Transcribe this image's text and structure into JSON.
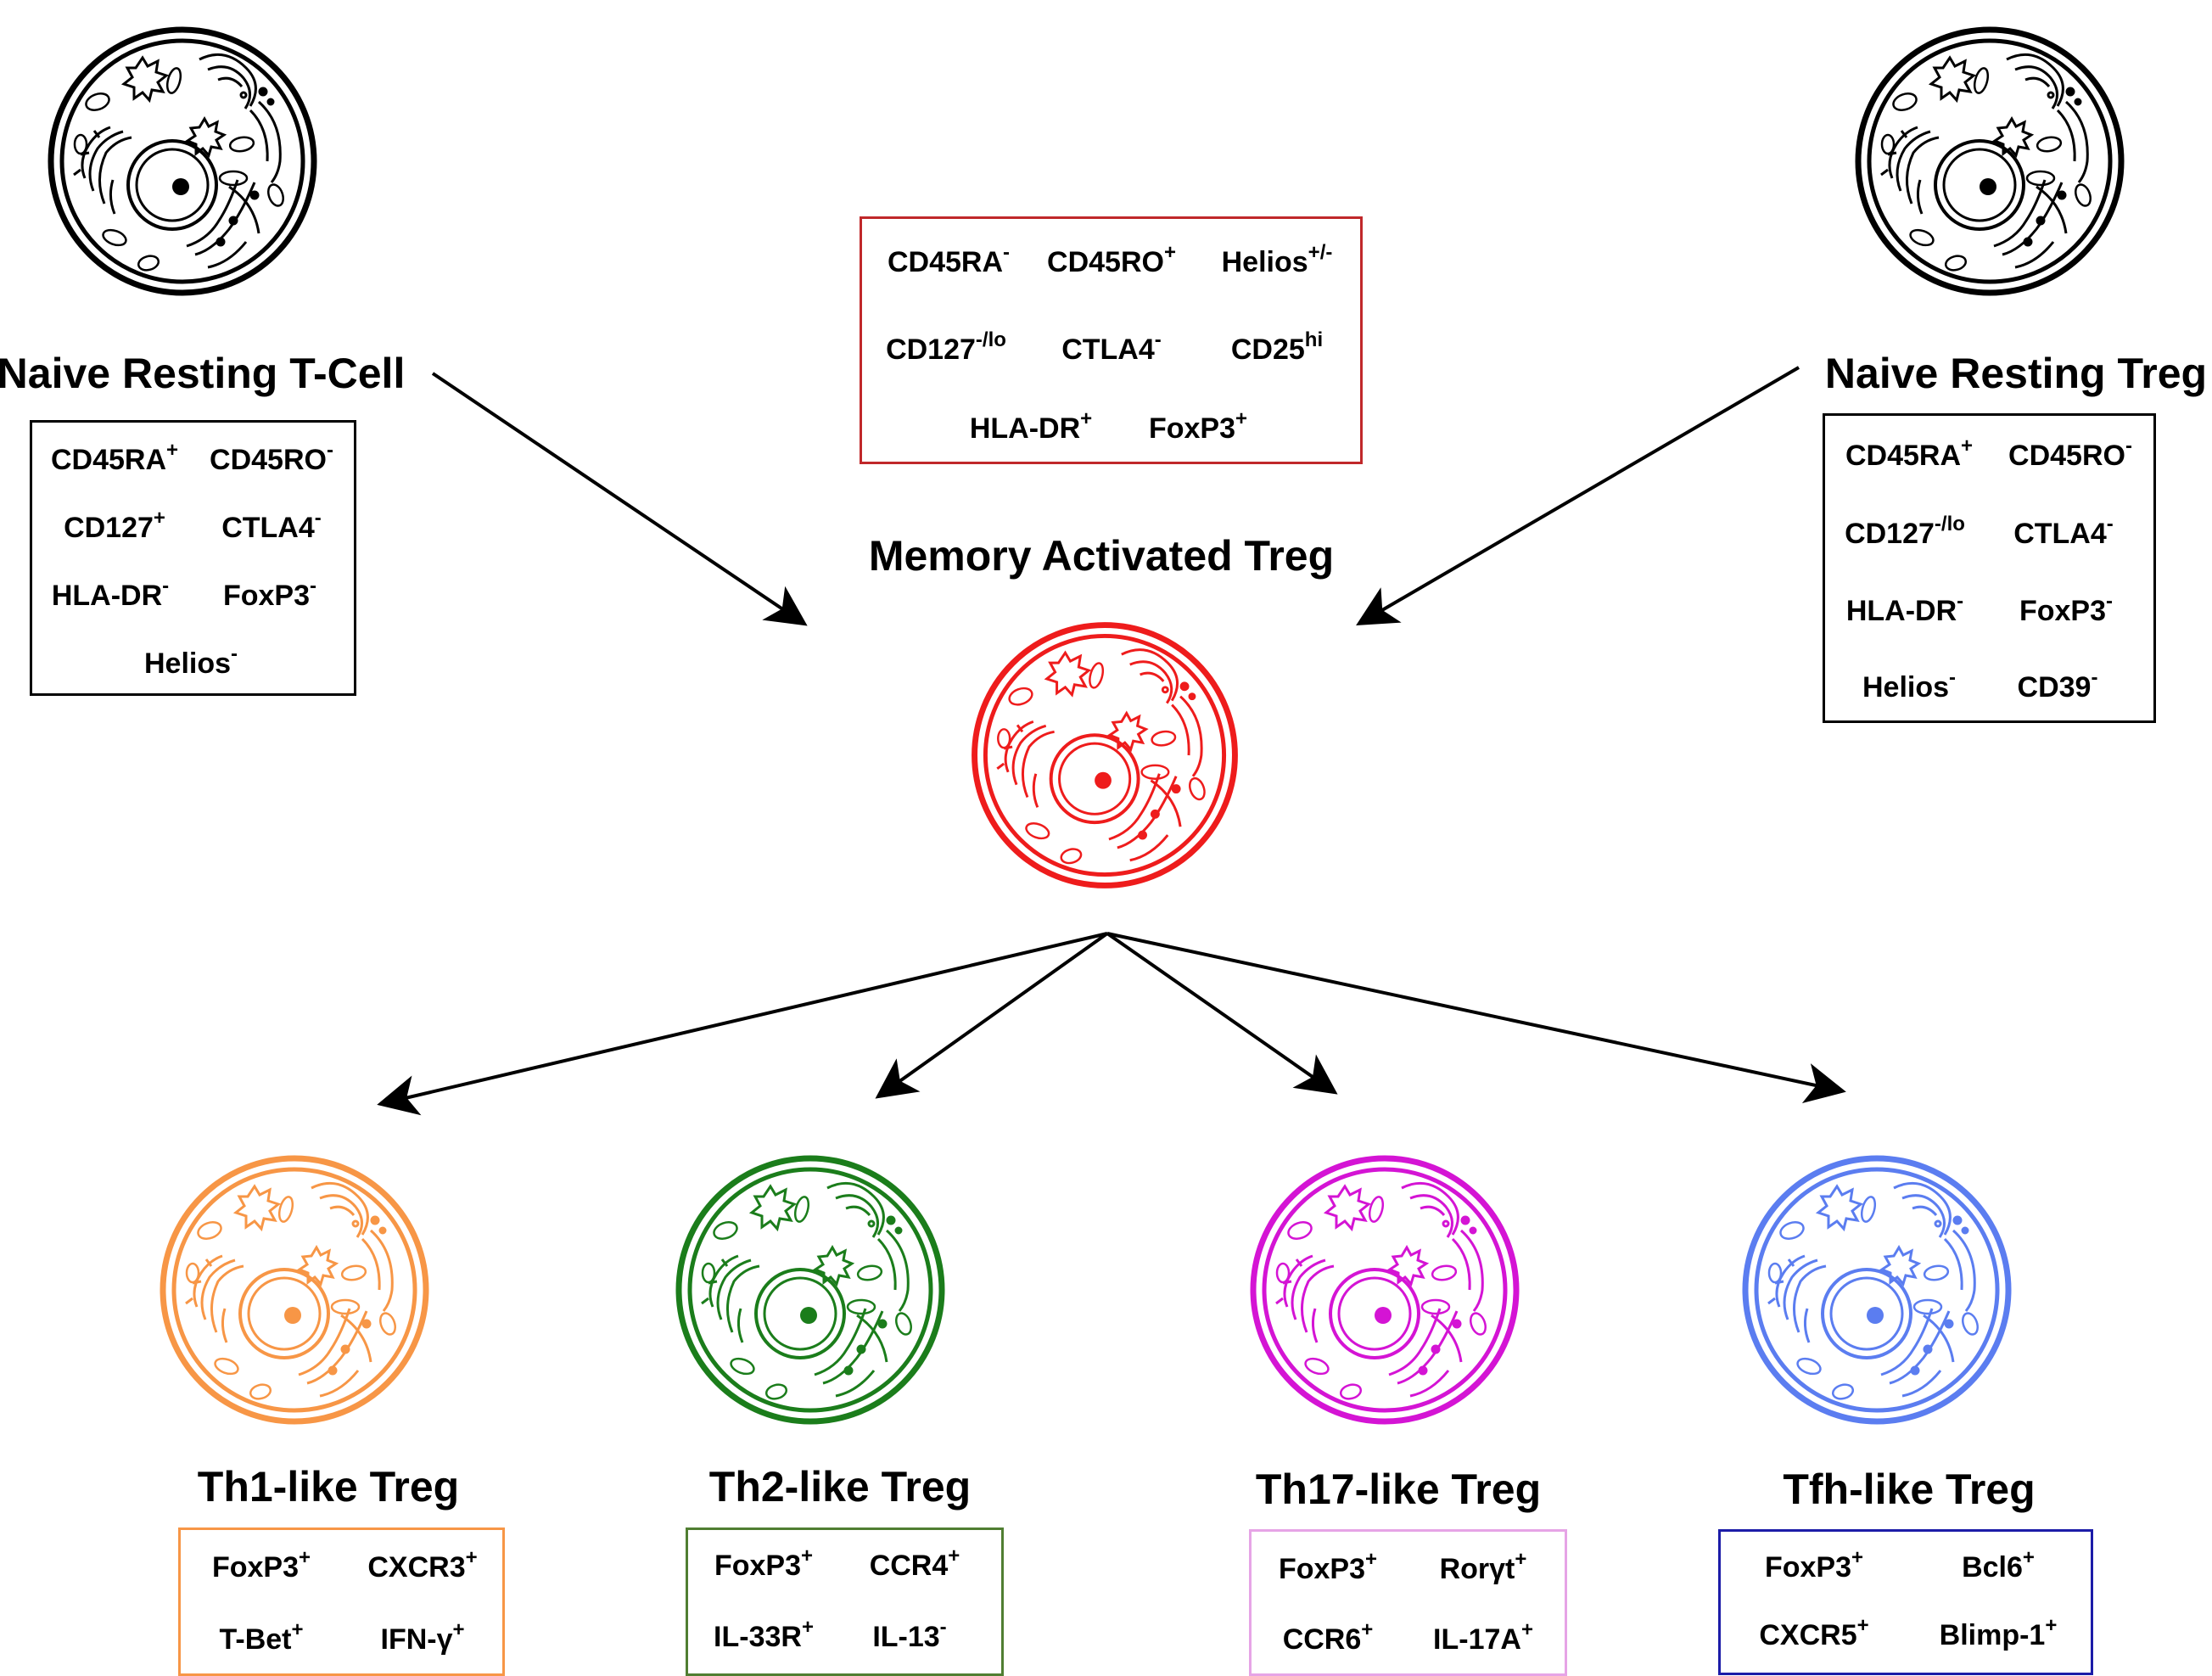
{
  "cells": {
    "naive_tcell": {
      "title": "Naive Resting T-Cell",
      "color": "#000000",
      "markers": [
        {
          "name": "CD45RA",
          "sup": "+"
        },
        {
          "name": "CD45RO",
          "sup": "-"
        },
        {
          "name": "CD127",
          "sup": "+"
        },
        {
          "name": "CTLA4",
          "sup": "-"
        },
        {
          "name": "HLA-DR",
          "sup": "-"
        },
        {
          "name": "FoxP3",
          "sup": "-"
        },
        {
          "name": "Helios",
          "sup": "-"
        }
      ]
    },
    "naive_treg": {
      "title": "Naive Resting Treg",
      "color": "#000000",
      "markers": [
        {
          "name": "CD45RA",
          "sup": "+"
        },
        {
          "name": "CD45RO",
          "sup": "-"
        },
        {
          "name": "CD127",
          "sup": "-/lo"
        },
        {
          "name": "CTLA4",
          "sup": "-"
        },
        {
          "name": "HLA-DR",
          "sup": "-"
        },
        {
          "name": "FoxP3",
          "sup": "-"
        },
        {
          "name": "Helios",
          "sup": "-"
        },
        {
          "name": "CD39",
          "sup": "-"
        }
      ]
    },
    "memory_treg": {
      "title": "Memory Activated Treg",
      "color": "#ee1c1c",
      "box_color": "#c0282a",
      "markers": [
        {
          "name": "CD45RA",
          "sup": "-"
        },
        {
          "name": "CD45RO",
          "sup": "+"
        },
        {
          "name": "Helios",
          "sup": "+/-"
        },
        {
          "name": "CD127",
          "sup": "-/lo"
        },
        {
          "name": "CTLA4",
          "sup": "-"
        },
        {
          "name": "CD25",
          "sup": "hi"
        },
        {
          "name": "HLA-DR",
          "sup": "+"
        },
        {
          "name": "FoxP3",
          "sup": "+"
        }
      ]
    },
    "th1": {
      "title": "Th1-like Treg",
      "color": "#f79646",
      "box_color": "#f79646",
      "markers": [
        {
          "name": "FoxP3",
          "sup": "+"
        },
        {
          "name": "CXCR3",
          "sup": "+"
        },
        {
          "name": "T-Bet",
          "sup": "+"
        },
        {
          "name": "IFN-γ",
          "sup": "+"
        }
      ]
    },
    "th2": {
      "title": "Th2-like Treg",
      "color": "#1b7d1b",
      "box_color": "#507e32",
      "markers": [
        {
          "name": "FoxP3",
          "sup": "+"
        },
        {
          "name": "CCR4",
          "sup": "+"
        },
        {
          "name": "IL-33R",
          "sup": "+"
        },
        {
          "name": "IL-13",
          "sup": "-"
        }
      ]
    },
    "th17": {
      "title": "Th17-like Treg",
      "color": "#d414d4",
      "box_color": "#e6a4e6",
      "markers": [
        {
          "name": "FoxP3",
          "sup": "+"
        },
        {
          "name": "Rorγt",
          "sup": "+"
        },
        {
          "name": "CCR6",
          "sup": "+"
        },
        {
          "name": "IL-17A",
          "sup": "+"
        }
      ]
    },
    "tfh": {
      "title": "Tfh-like Treg",
      "color": "#5b7df0",
      "box_color": "#1c1ca8",
      "markers": [
        {
          "name": "FoxP3",
          "sup": "+"
        },
        {
          "name": "Bcl6",
          "sup": "+"
        },
        {
          "name": "CXCR5",
          "sup": "+"
        },
        {
          "name": "Blimp-1",
          "sup": "+"
        }
      ]
    }
  }
}
